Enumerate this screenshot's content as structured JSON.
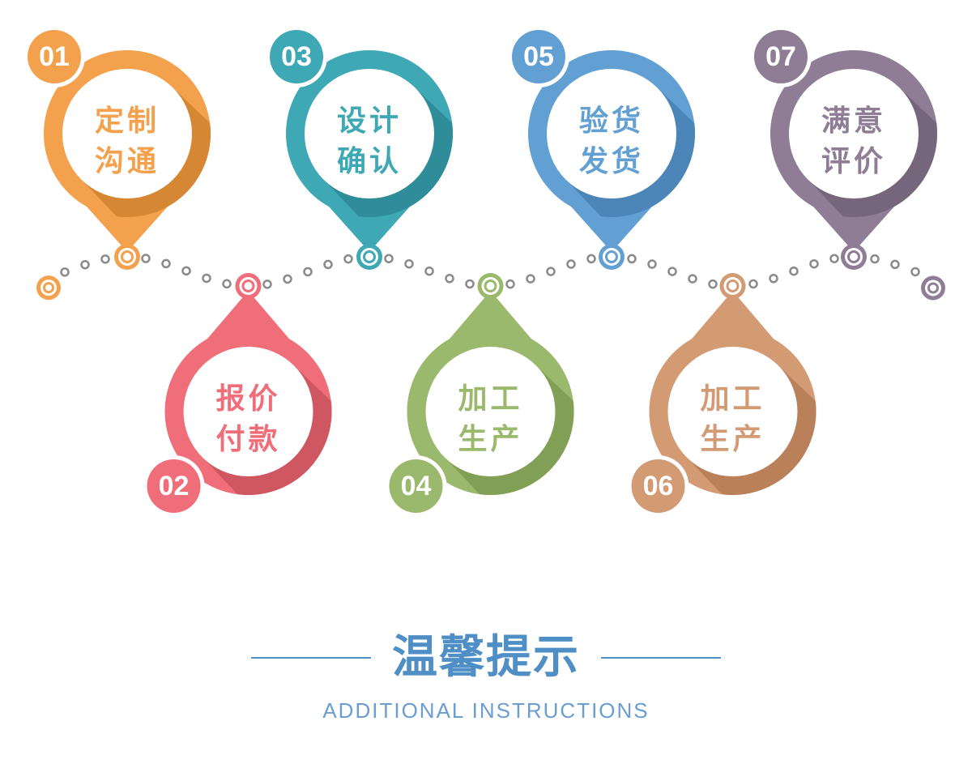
{
  "steps": [
    {
      "number": "01",
      "line1": "定制",
      "line2": "沟通",
      "color": "#f3a14c",
      "shade": "#d68733",
      "position": "top"
    },
    {
      "number": "02",
      "line1": "报价",
      "line2": "付款",
      "color": "#f06e79",
      "shade": "#cf5762",
      "position": "bottom"
    },
    {
      "number": "03",
      "line1": "设计",
      "line2": "确认",
      "color": "#3fa8b5",
      "shade": "#2f8d99",
      "position": "top"
    },
    {
      "number": "04",
      "line1": "加工",
      "line2": "生产",
      "color": "#9bb96d",
      "shade": "#82a055",
      "position": "bottom"
    },
    {
      "number": "05",
      "line1": "验货",
      "line2": "发货",
      "color": "#62a0d3",
      "shade": "#4c86b8",
      "position": "top"
    },
    {
      "number": "06",
      "line1": "加工",
      "line2": "生产",
      "color": "#d39b74",
      "shade": "#b9805a",
      "position": "bottom"
    },
    {
      "number": "07",
      "line1": "满意",
      "line2": "评价",
      "color": "#8f7d95",
      "shade": "#76667c",
      "position": "top"
    }
  ],
  "dot_color": "#8a8a8a",
  "footer": {
    "title": "温馨提示",
    "subtitle": "ADDITIONAL INSTRUCTIONS",
    "accent_color": "#4f8fc6"
  }
}
